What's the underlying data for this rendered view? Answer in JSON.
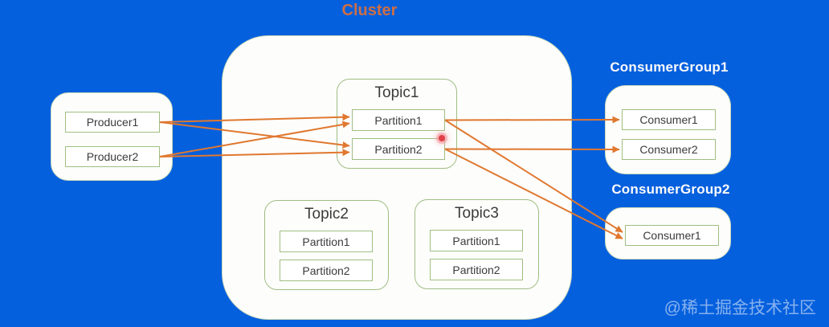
{
  "cluster": {
    "title": "Cluster",
    "topics": [
      {
        "id": "topic1",
        "title": "Topic1",
        "partitions": [
          {
            "id": "t1p1",
            "label": "Partition1"
          },
          {
            "id": "t1p2",
            "label": "Partition2"
          }
        ]
      },
      {
        "id": "topic2",
        "title": "Topic2",
        "partitions": [
          {
            "id": "t2p1",
            "label": "Partition1"
          },
          {
            "id": "t2p2",
            "label": "Partition2"
          }
        ]
      },
      {
        "id": "topic3",
        "title": "Topic3",
        "partitions": [
          {
            "id": "t3p1",
            "label": "Partition1"
          },
          {
            "id": "t3p2",
            "label": "Partition2"
          }
        ]
      }
    ]
  },
  "producers": [
    {
      "id": "producer1",
      "label": "Producer1"
    },
    {
      "id": "producer2",
      "label": "Producer2"
    }
  ],
  "consumer_groups": [
    {
      "id": "cg1",
      "label": "ConsumerGroup1",
      "consumers": [
        {
          "id": "cg1c1",
          "label": "Consumer1"
        },
        {
          "id": "cg1c2",
          "label": "Consumer2"
        }
      ]
    },
    {
      "id": "cg2",
      "label": "ConsumerGroup2",
      "consumers": [
        {
          "id": "cg2c1",
          "label": "Consumer1"
        }
      ]
    }
  ],
  "connections": [
    {
      "from": "producer1",
      "to": "t1p1"
    },
    {
      "from": "producer2",
      "to": "t1p1"
    },
    {
      "from": "producer1",
      "to": "t1p2"
    },
    {
      "from": "producer2",
      "to": "t1p2"
    },
    {
      "from": "t1p1",
      "to": "cg1c1"
    },
    {
      "from": "t1p2",
      "to": "cg1c2"
    },
    {
      "from": "t1p1",
      "to": "cg2c1"
    },
    {
      "from": "t1p2",
      "to": "cg2c1"
    }
  ],
  "watermark": "@稀土掘金技术社区",
  "colors": {
    "background": "#0560DE",
    "arrow": "#E0782F",
    "box_border": "#A0BE82",
    "faint_border": "#CBDAB9",
    "panel": "#FDFDFC",
    "cluster_title": "#CD6E46",
    "node_text": "#3B3B3B",
    "group_label_text": "#FAFAFA",
    "laser_dot": "#E04048"
  }
}
